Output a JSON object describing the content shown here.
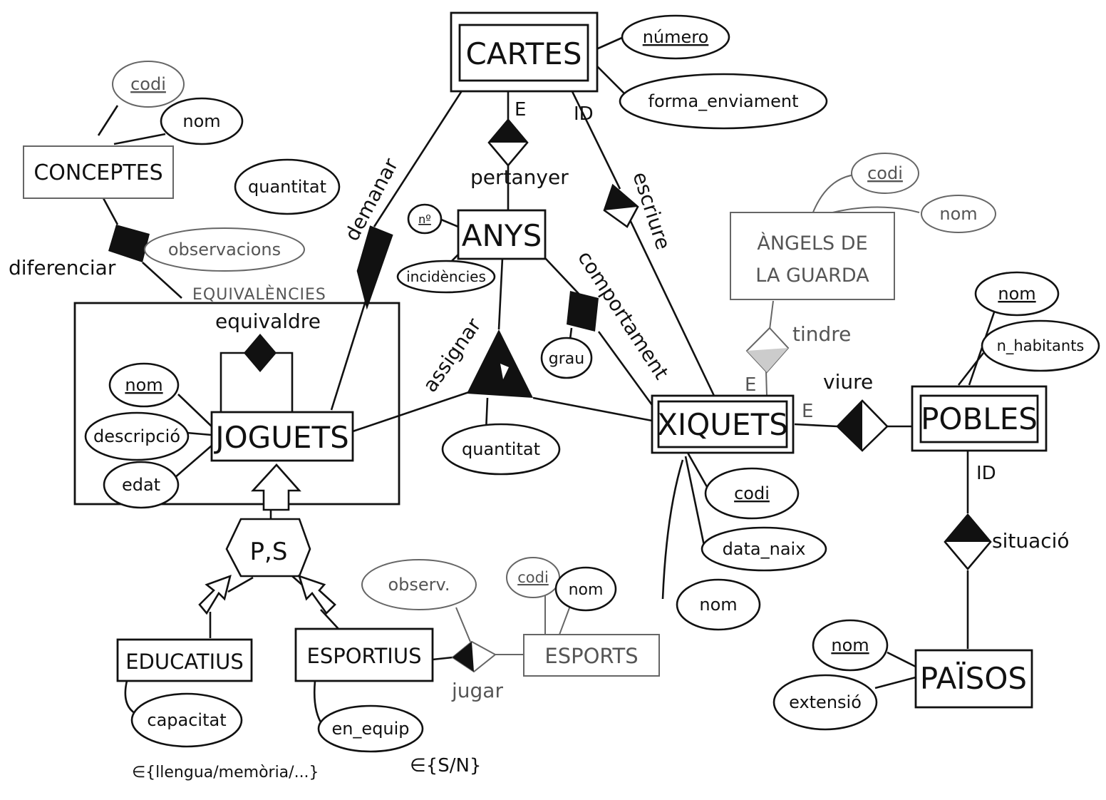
{
  "entities": {
    "cartes": "CARTES",
    "anys": "ANYS",
    "conceptes": "CONCEPTES",
    "equivalencies": "EQUIVALÈNCIES",
    "joguets": "JOGUETS",
    "xiquets": "XIQUETS",
    "angels": [
      "ÀNGELS DE",
      "LA GUARDA"
    ],
    "pobles": "POBLES",
    "paisos": "PAÏSOS",
    "educatius": "EDUCATIUS",
    "esportius": "ESPORTIUS",
    "esports": "ESPORTS",
    "ps": "P,S"
  },
  "relationships": {
    "pertanyer": "pertanyer",
    "escriure": "escriure",
    "demanar": "demanar",
    "comportament": "comportament",
    "assignar": "assignar",
    "equivaldre": "equivaldre",
    "diferenciar": "diferenciar",
    "tindre": "tindre",
    "viure": "viure",
    "situacio": "situació",
    "jugar": "jugar"
  },
  "attributes": {
    "numero": "número",
    "forma_enviament": "forma_enviament",
    "conceptes_codi": "codi",
    "conceptes_nom": "nom",
    "observacions": "observacions",
    "demanar_quantitat": "quantitat",
    "anys_no": "nº",
    "incidencies": "incidències",
    "grau": "grau",
    "assignar_quantitat": "quantitat",
    "joguets_nom": "nom",
    "descripcio": "descripció",
    "edat": "edat",
    "angels_codi": "codi",
    "angels_nom": "nom",
    "pobles_nom": "nom",
    "n_habitants": "n_habitants",
    "xiquets_codi": "codi",
    "data_naix": "data_naix",
    "xiquets_nom": "nom",
    "paisos_nom": "nom",
    "extensio": "extensió",
    "capacitat": "capacitat",
    "en_equip": "en_equip",
    "observ": "observ.",
    "esports_codi": "codi",
    "esports_nom": "nom"
  },
  "markers": {
    "cartes_anys": "E",
    "cartes_xiquets": "ID",
    "tindre_e": "E",
    "viure_e": "E",
    "pobles_paisos": "ID"
  },
  "domains": {
    "capacitat": "∈{llengua/memòria/...}",
    "en_equip": "∈{S/N}"
  }
}
